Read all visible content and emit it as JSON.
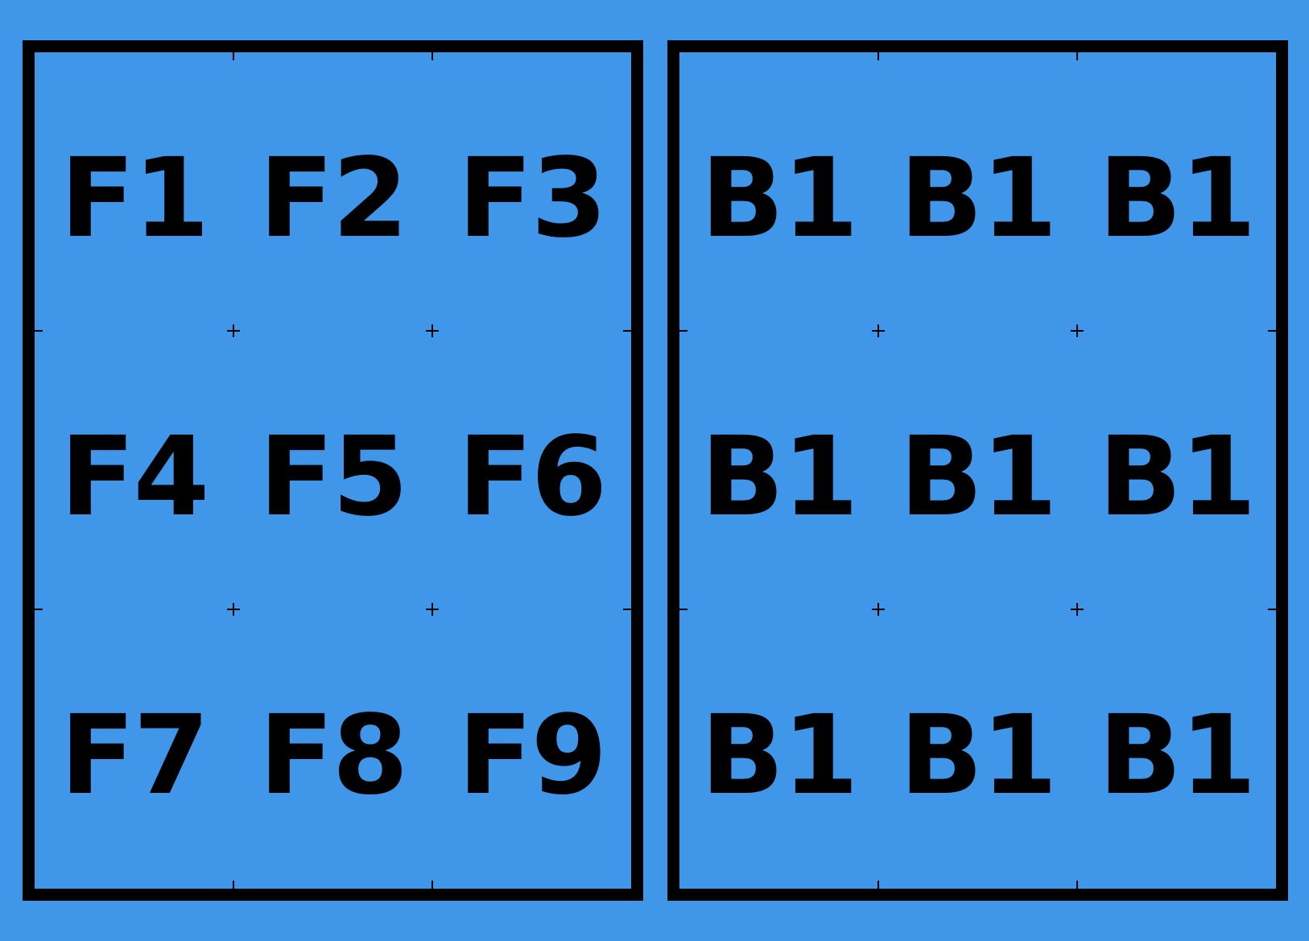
{
  "colors": {
    "background": "#4096e9",
    "border": "#000000",
    "label": "#000000"
  },
  "front_sheet": {
    "cells": [
      "F1",
      "F2",
      "F3",
      "F4",
      "F5",
      "F6",
      "F7",
      "F8",
      "F9"
    ]
  },
  "back_sheet": {
    "cells": [
      "B1",
      "B1",
      "B1",
      "B1",
      "B1",
      "B1",
      "B1",
      "B1",
      "B1"
    ]
  }
}
